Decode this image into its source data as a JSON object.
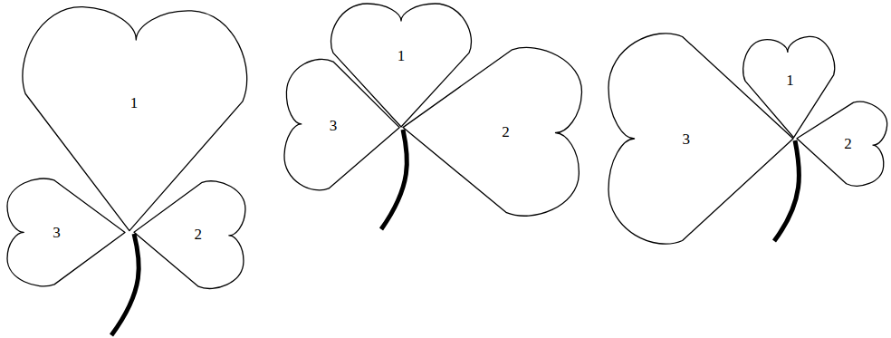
{
  "diagram": {
    "nodes": [
      {
        "text": [
          "1"
        ]
      },
      {
        "text": [
          "2"
        ]
      },
      {
        "text": [
          "3"
        ]
      },
      {
        "text": [
          "1"
        ]
      },
      {
        "text": [
          "2"
        ]
      },
      {
        "text": [
          "3"
        ]
      },
      {
        "text": [
          "1"
        ]
      },
      {
        "text": [
          "2"
        ]
      },
      {
        "text": [
          "3"
        ]
      }
    ]
  }
}
